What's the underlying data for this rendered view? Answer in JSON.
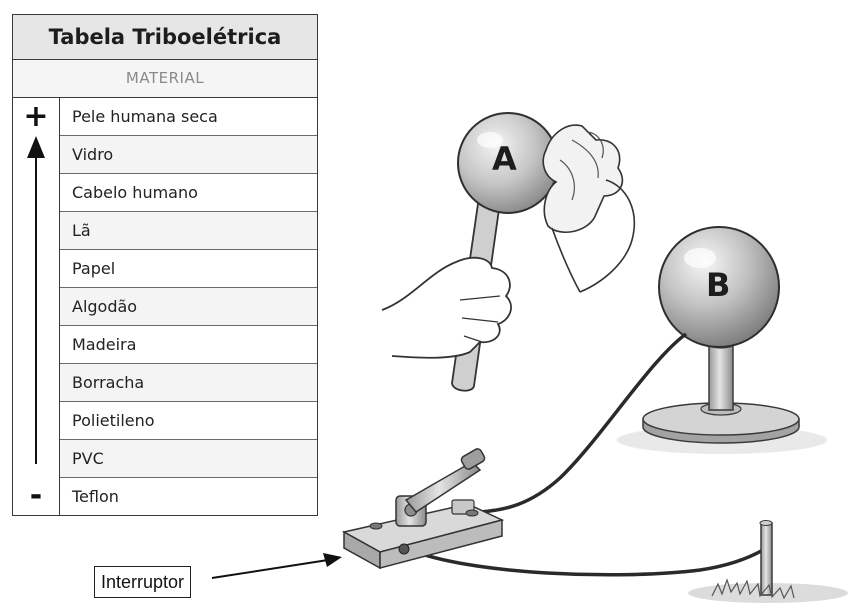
{
  "table": {
    "title": "Tabela Triboelétrica",
    "subtitle": "MATERIAL",
    "plus": "+",
    "minus": "-",
    "materials": [
      "Pele humana seca",
      "Vidro",
      "Cabelo humano",
      "Lã",
      "Papel",
      "Algodão",
      "Madeira",
      "Borracha",
      "Polietileno",
      "PVC",
      "Teflon"
    ]
  },
  "scene": {
    "sphere_a_label": "A",
    "sphere_b_label": "B",
    "switch_label": "Interruptor"
  },
  "colors": {
    "line": "#2a2a2a",
    "sphere_fill": "#c9c9c9",
    "table_header": "#e6e6e6"
  },
  "icons": [
    "plus-icon",
    "minus-icon",
    "up-arrow-icon",
    "pointer-arrow-icon"
  ]
}
